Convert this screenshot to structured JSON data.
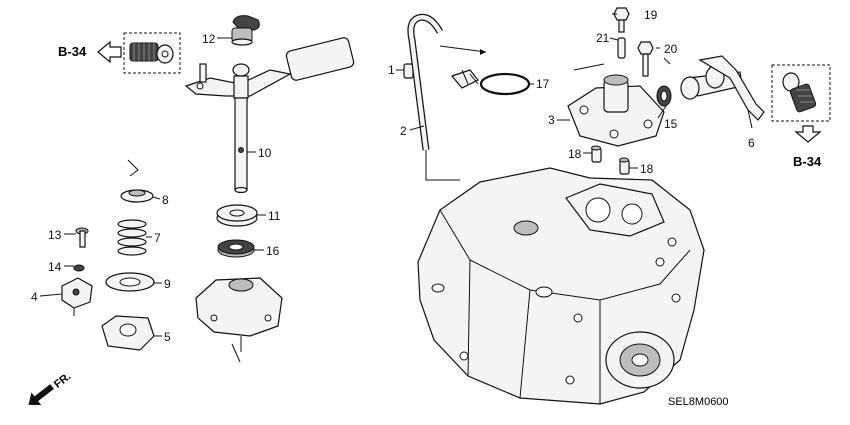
{
  "diagram_code": "SEL8M0600",
  "front_indicator": "FR.",
  "references": {
    "left": "B-34",
    "right": "B-34"
  },
  "callouts": [
    "1",
    "2",
    "3",
    "4",
    "5",
    "6",
    "7",
    "8",
    "9",
    "10",
    "11",
    "12",
    "13",
    "14",
    "15",
    "16",
    "17",
    "18",
    "18",
    "19",
    "20",
    "21"
  ],
  "colors": {
    "ink": "#111111",
    "background": "#ffffff"
  },
  "icons": [
    "arrow-left-icon",
    "arrow-down-icon",
    "front-arrow-icon"
  ]
}
